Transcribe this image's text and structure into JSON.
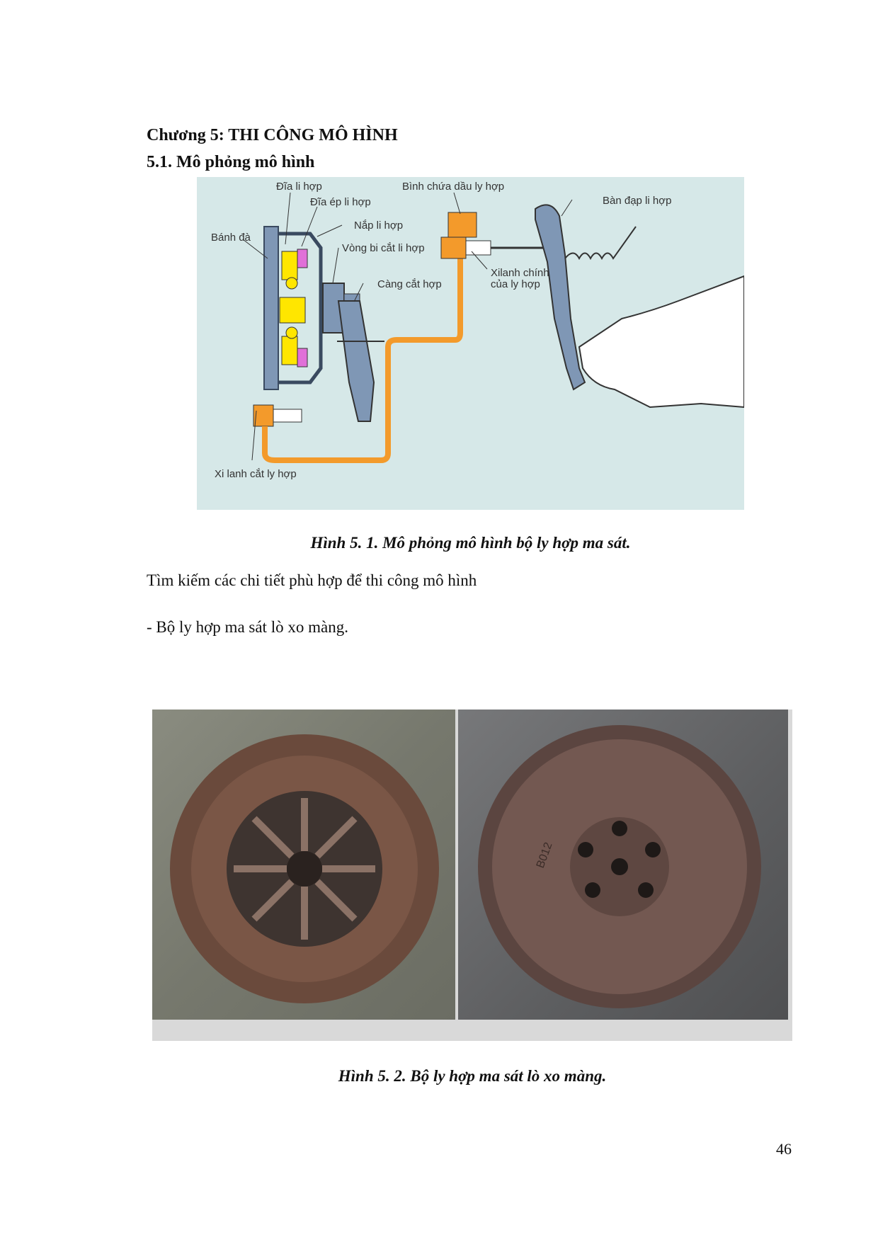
{
  "chapter_title": "Chương 5: THI CÔNG MÔ HÌNH",
  "section_title": "5.1. Mô phỏng mô hình",
  "figure1": {
    "labels": {
      "dia_li_hop": "Đĩa li hợp",
      "dia_ep_li_hop": "Đĩa ép li hợp",
      "nap_li_hop": "Nắp li hợp",
      "banh_da": "Bánh đà",
      "vong_bi": "Vòng bi cắt li hợp",
      "cang_cat": "Càng cắt hợp",
      "binh_chua_dau": "Bình chứa dầu ly hợp",
      "ban_dap": "Bàn đạp li hợp",
      "xilanh_chinh_1": "Xilanh chính",
      "xilanh_chinh_2": "của ly hợp",
      "xi_lanh_cat": "Xi lanh cắt ly hợp"
    },
    "caption": "Hình 5. 1. Mô phỏng mô hình bộ ly hợp ma sát."
  },
  "paragraph1": "Tìm kiếm các chi tiết phù hợp để thi công mô hình",
  "paragraph2": "- Bộ ly hợp ma sát lò xo màng.",
  "figure2": {
    "caption": "Hình 5. 2. Bộ ly hợp ma sát lò xo màng.",
    "stamp_right": "B012"
  },
  "page_number": "46",
  "colors": {
    "diagram_bg": "#d6e8e8",
    "steel_blue": "#7f97b5",
    "orange": "#f39a2b",
    "yellow": "#ffe600",
    "magenta": "#e070d8"
  }
}
